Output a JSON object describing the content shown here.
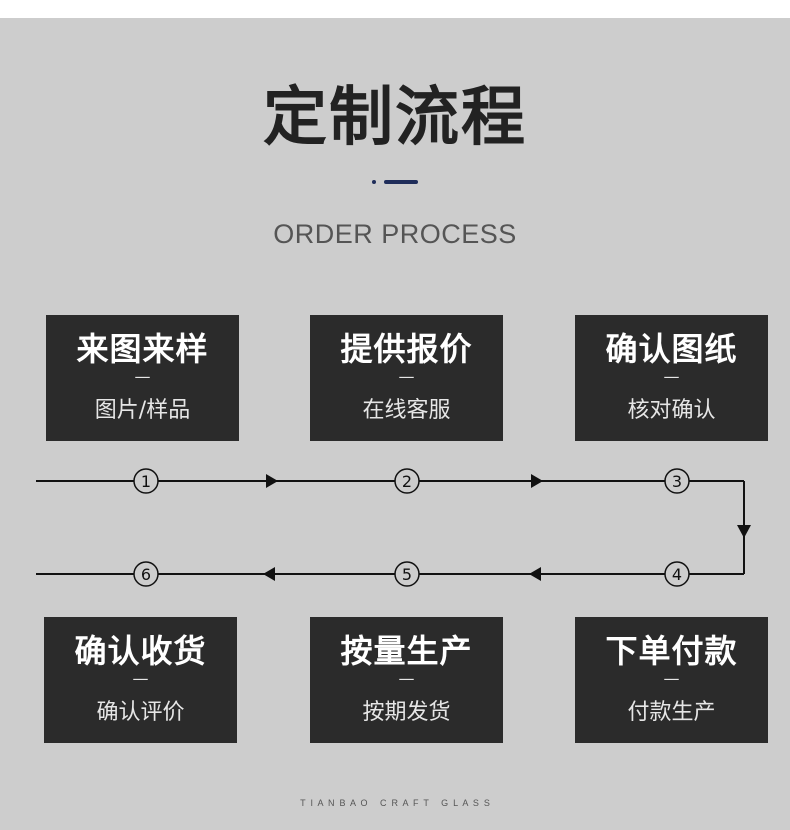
{
  "header": {
    "title": "定制流程",
    "subtitle": "ORDER PROCESS"
  },
  "accent_color": "#1f2d5a",
  "steps": [
    {
      "num": "1",
      "title": "来图来样",
      "dash": "—",
      "sub": "图片/样品"
    },
    {
      "num": "2",
      "title": "提供报价",
      "dash": "—",
      "sub": "在线客服"
    },
    {
      "num": "3",
      "title": "确认图纸",
      "dash": "—",
      "sub": "核对确认"
    },
    {
      "num": "4",
      "title": "下单付款",
      "dash": "—",
      "sub": "付款生产"
    },
    {
      "num": "5",
      "title": "按量生产",
      "dash": "—",
      "sub": "按期发货"
    },
    {
      "num": "6",
      "title": "确认收货",
      "dash": "—",
      "sub": "确认评价"
    }
  ],
  "footer": {
    "brand": "T  I  A  N  B  A  O     C  R  A  F  T     G  L  A  S  S"
  }
}
